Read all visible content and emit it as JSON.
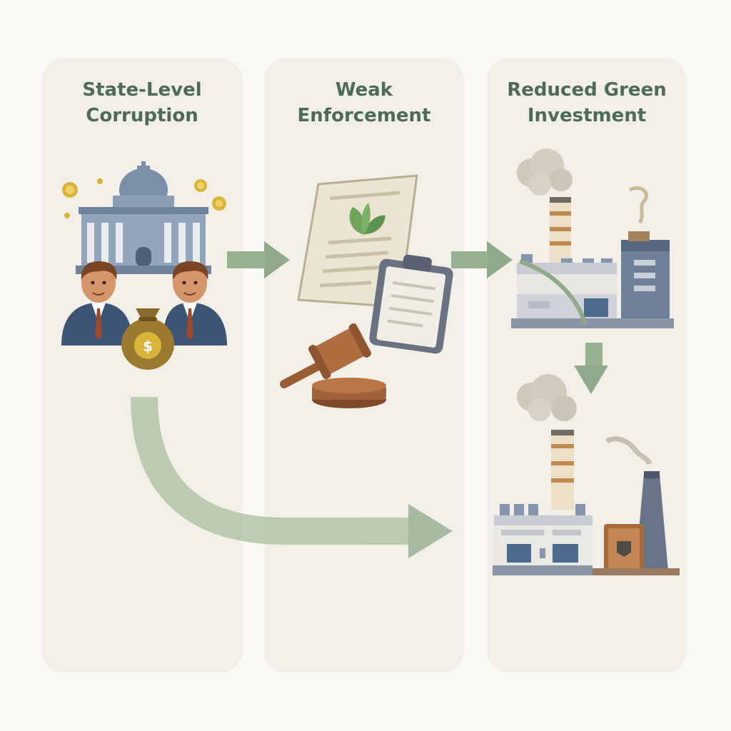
{
  "panels": [
    {
      "title_line1": "State-Level",
      "title_line2": "Corruption"
    },
    {
      "title_line1": "Weak",
      "title_line2": "Enforcement"
    },
    {
      "title_line1": "Reduced Green",
      "title_line2": "Investment"
    }
  ],
  "colors": {
    "background": "#faf8f2",
    "panel": "#f1efe7",
    "title": "#4e6a59",
    "arrow": "#8fa98a",
    "building": "#7c8fa6",
    "gold": "#d9b43a",
    "wood": "#a0623a"
  }
}
